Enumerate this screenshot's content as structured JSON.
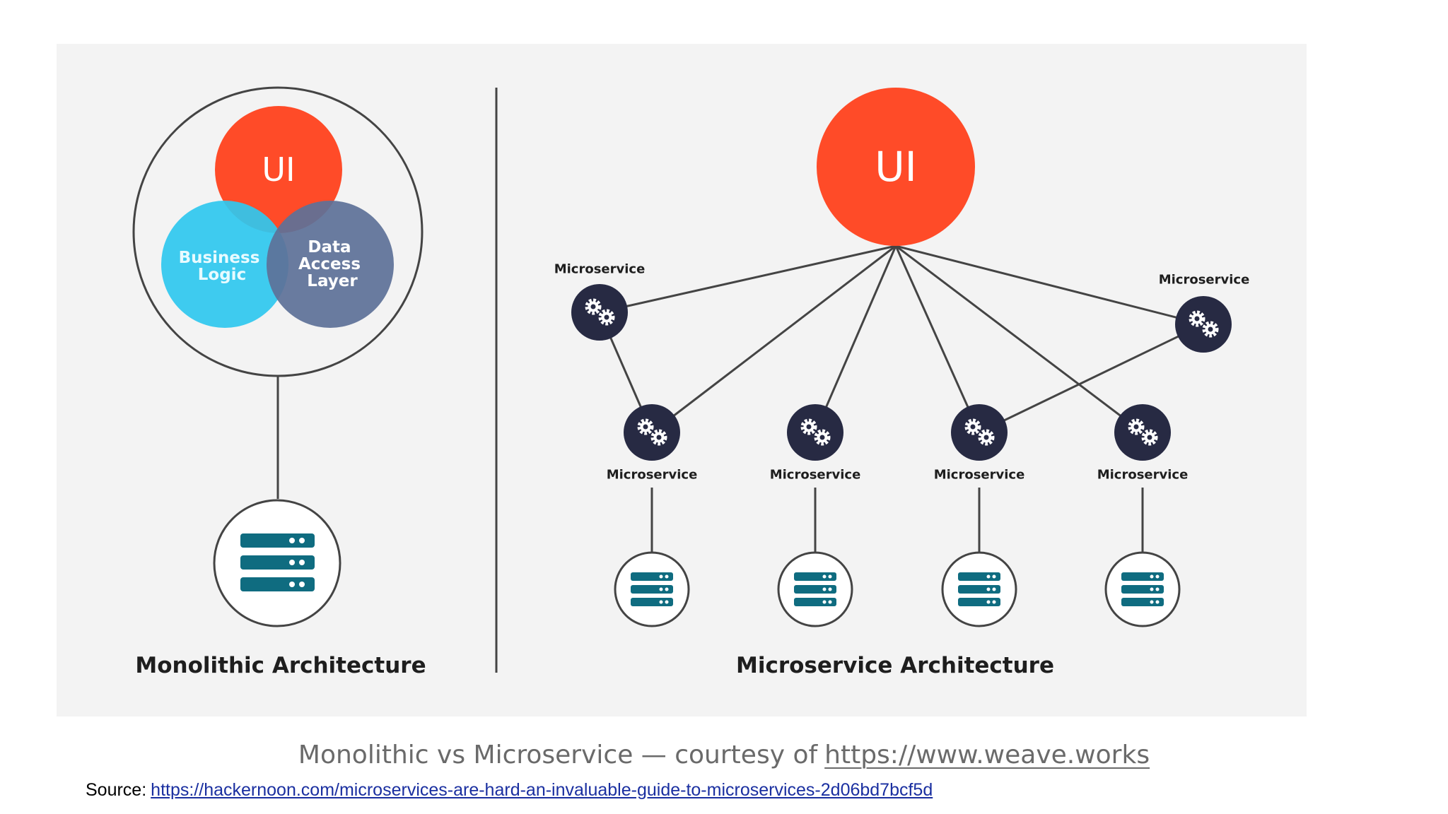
{
  "monolith": {
    "ui_label": "UI",
    "business_logic": [
      "Business",
      "Logic"
    ],
    "data_access": [
      "Data",
      "Access",
      "Layer"
    ],
    "title": "Monolithic Architecture"
  },
  "microservices": {
    "ui_label": "UI",
    "service_label": "Microservice",
    "title": "Microservice Architecture"
  },
  "caption": {
    "text": "Monolithic vs Microservice — courtesy of",
    "link": "https://www.weave.works"
  },
  "source": {
    "label": "Source:",
    "link": "https://hackernoon.com/microservices-are-hard-an-invaluable-guide-to-microservices-2d06bd7bcf5d"
  },
  "colors": {
    "panel": "#f3f3f3",
    "ui": "#ff4b28",
    "business": "#2fc8ef",
    "data_access": "#5d7198",
    "service": "#272a43",
    "database": "#0f6c80",
    "line": "#444444"
  }
}
